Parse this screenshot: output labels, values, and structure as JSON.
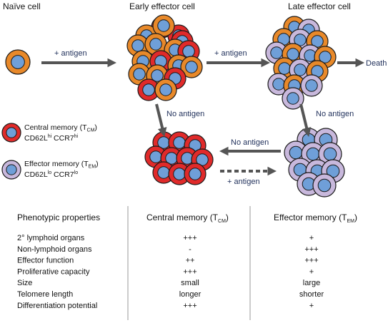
{
  "stage_titles": {
    "naive": "Naïve cell",
    "early": "Early effector cell",
    "late": "Late effector cell"
  },
  "arrow_labels": {
    "antigen_1": "+ antigen",
    "antigen_2": "+ antigen",
    "death": "Death",
    "no_antigen_left": "No antigen",
    "no_antigen_right": "No antigen",
    "no_antigen_middle": "No antigen",
    "antigen_return": "+ antigen"
  },
  "legend": {
    "central": {
      "name": "Central memory (T",
      "sub": "CM",
      "close": ")",
      "marker1": "CD62L",
      "marker1_sup": "hi",
      "marker2": " CCR7",
      "marker2_sup": "hi"
    },
    "effector": {
      "name": "Effector memory (T",
      "sub": "EM",
      "close": ")",
      "marker1": "CD62L",
      "marker1_sup": "lo",
      "marker2": " CCR7",
      "marker2_sup": "lo"
    }
  },
  "table": {
    "header_property": "Phenotypic properties",
    "header_central": "Central memory (T",
    "header_central_sub": "CM",
    "header_central_close": ")",
    "header_effector": "Effector memory (T",
    "header_effector_sub": "EM",
    "header_effector_close": ")",
    "rows": [
      {
        "property": "2° lymphoid organs",
        "central": "+++",
        "effector": "+"
      },
      {
        "property": "Non-lymphoid organs",
        "central": "-",
        "effector": "+++"
      },
      {
        "property": "Effector function",
        "central": "++",
        "effector": "+++"
      },
      {
        "property": "Proliferative capacity",
        "central": "+++",
        "effector": "+"
      },
      {
        "property": "Size",
        "central": "small",
        "effector": "large"
      },
      {
        "property": "Telomere length",
        "central": "longer",
        "effector": "shorter"
      },
      {
        "property": "Differentiation potential",
        "central": "+++",
        "effector": "+"
      }
    ]
  },
  "colors": {
    "naive_cell": "#e8892a",
    "central_memory_cell": "#e02a2a",
    "effector_memory_cell": "#c8b8dc",
    "nucleus": "#6f9fd8",
    "outline": "#1a1a1a",
    "arrow": "#555555",
    "label_text": "#1f2f5a"
  }
}
